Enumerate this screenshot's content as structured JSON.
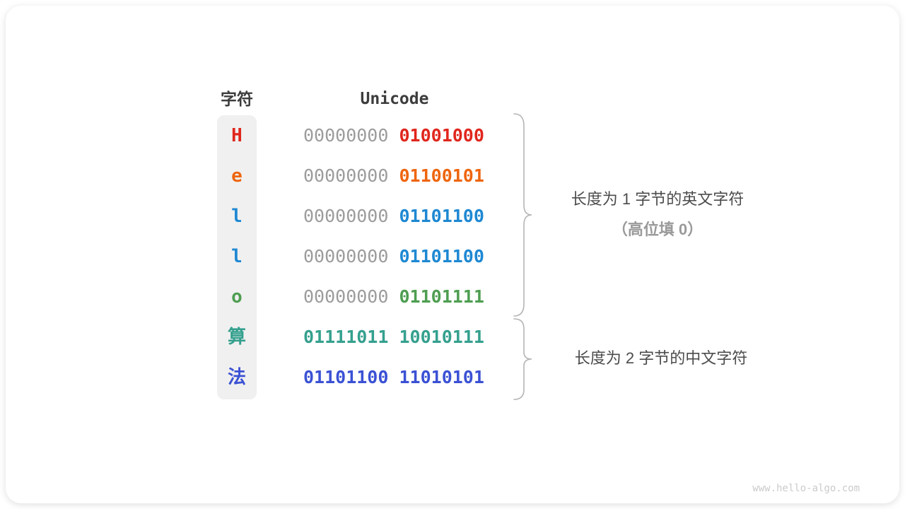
{
  "header": {
    "char": "字符",
    "unicode": "Unicode"
  },
  "colors": {
    "red": "#e0261c",
    "orange": "#ee650d",
    "blue": "#1e88d2",
    "green": "#4e9e51",
    "teal": "#35a08e",
    "indigo": "#3b51d4",
    "gray_byte": "#9c9c9c",
    "char_column_bg": "#f0f0f0",
    "annotation_primary": "#4c4c4c",
    "annotation_secondary": "#9a9a9a",
    "brace": "#b5b5b5",
    "watermark": "#cbcbcb"
  },
  "rows": [
    {
      "char": "H",
      "color_key": "red",
      "byte_high": "00000000",
      "byte_low": "01001000",
      "high_colored": false
    },
    {
      "char": "e",
      "color_key": "orange",
      "byte_high": "00000000",
      "byte_low": "01100101",
      "high_colored": false
    },
    {
      "char": "l",
      "color_key": "blue",
      "byte_high": "00000000",
      "byte_low": "01101100",
      "high_colored": false
    },
    {
      "char": "l",
      "color_key": "blue",
      "byte_high": "00000000",
      "byte_low": "01101100",
      "high_colored": false
    },
    {
      "char": "o",
      "color_key": "green",
      "byte_high": "00000000",
      "byte_low": "01101111",
      "high_colored": false
    },
    {
      "char": "算",
      "color_key": "teal",
      "byte_high": "01111011",
      "byte_low": "10010111",
      "high_colored": true
    },
    {
      "char": "法",
      "color_key": "indigo",
      "byte_high": "01101100",
      "byte_low": "11010101",
      "high_colored": true
    }
  ],
  "annotations": {
    "english": {
      "line1": "长度为 1 字节的英文字符",
      "line2": "（高位填 0）"
    },
    "chinese": {
      "line1": "长度为 2 字节的中文字符"
    }
  },
  "watermark": "www.hello-algo.com"
}
